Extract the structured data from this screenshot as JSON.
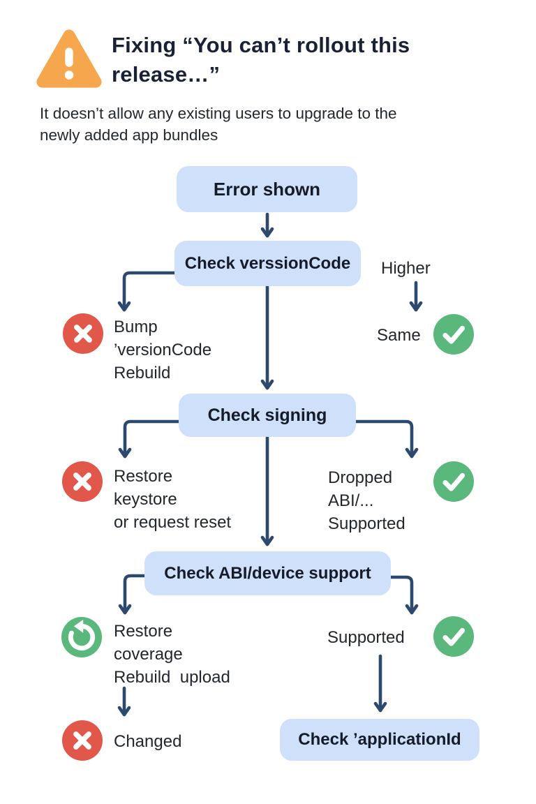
{
  "header": {
    "title_lines": [
      "Fixing “You can’t rollout this",
      "release…”"
    ],
    "subtitle_lines": [
      "It doesn’t allow any existing users to upgrade to the",
      "newly added app bundles"
    ]
  },
  "flowchart": {
    "nodes": [
      {
        "id": "error-shown",
        "label": "Error shown"
      },
      {
        "id": "check-versioncode",
        "label": "Check verssionCode"
      },
      {
        "id": "check-signing",
        "label": "Check signing"
      },
      {
        "id": "check-abi",
        "label": "Check ABI/device support"
      },
      {
        "id": "check-appid",
        "label": "Check ’applicationId"
      }
    ],
    "labels": {
      "higher": "Higher",
      "same": "Same",
      "bump": "Bump\n’versionCode\nRebuild",
      "restore_keystore": "Restore\nkeystore\nor request reset",
      "dropped": "Dropped\nABI/...\nSupported",
      "restore_coverage": "Restore\ncoverage\nRebuild  upload",
      "supported": "Supported",
      "changed": "Changed"
    },
    "icons": {
      "fail": "red-x-icon",
      "ok": "green-check-icon",
      "retry": "green-undo-icon",
      "warning": "warning-triangle-icon"
    }
  },
  "colors": {
    "node_fill": "#cfe0fa",
    "arrow_navy": "#2d4a6e",
    "fail_red": "#e15749",
    "ok_green": "#5ab87d",
    "warning_orange": "#f6a74d",
    "title_text": "#1a2134"
  }
}
